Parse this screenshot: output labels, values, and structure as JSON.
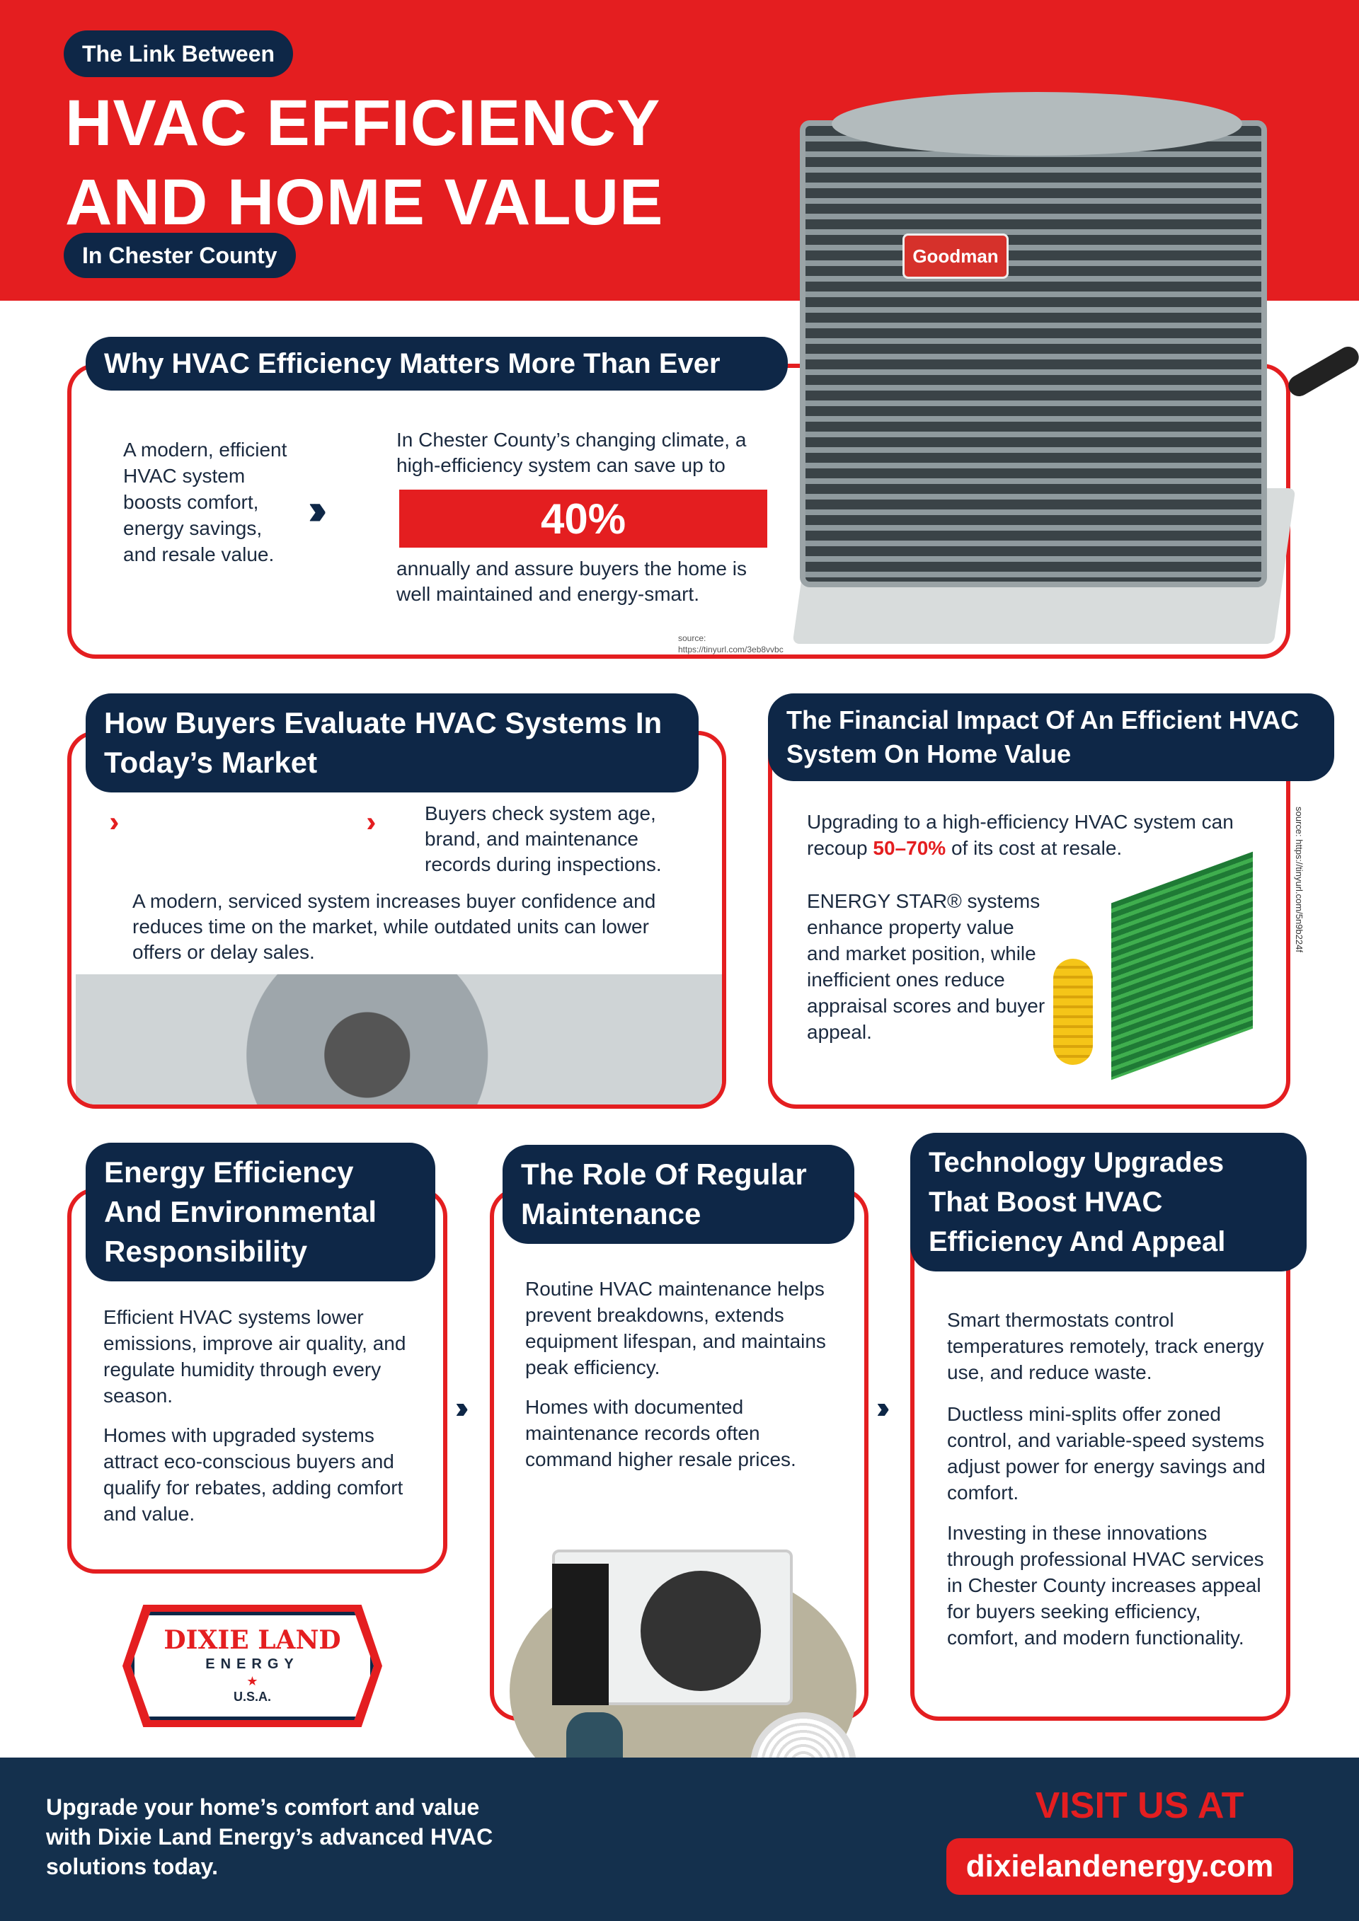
{
  "header": {
    "eyebrow": "The Link Between",
    "title_line1": "HVAC EFFICIENCY",
    "title_line2": "AND HOME VALUE",
    "location": "In Chester County",
    "unit_brand": "Goodman"
  },
  "section1": {
    "heading": "Why HVAC Efficiency Matters More Than Ever",
    "left_text": "A modern, efficient HVAC system boosts comfort, energy savings, and resale value.",
    "intro": "In Chester County’s changing climate, a high-efficiency system can save up to",
    "stat": "40%",
    "outro": "annually and assure buyers the home is well maintained and energy-smart.",
    "source_label": "source:",
    "source_url": "https://tinyurl.com/3eb8vvbc"
  },
  "section2": {
    "heading": "How Buyers Evaluate HVAC Systems In Today’s Market",
    "point": "Buyers check system age, brand, and maintenance records during inspections.",
    "body": "A modern, serviced system increases buyer confidence and reduces time on the market, while outdated units can lower offers or delay sales."
  },
  "section3": {
    "heading": "The Financial Impact Of An Efficient HVAC System On Home Value",
    "p1_before": "Upgrading to a high-efficiency HVAC system can recoup ",
    "p1_highlight": "50–70%",
    "p1_after": " of its cost at resale.",
    "p2": "ENERGY STAR® systems enhance property value and market position, while inefficient ones reduce appraisal scores and buyer appeal.",
    "source": "source: https://tinyurl.com/5n9b224f"
  },
  "section4": {
    "heading": "Energy Efficiency And Environmental Responsibility",
    "p1": "Efficient HVAC systems lower emissions, improve air quality, and regulate humidity through every season.",
    "p2": "Homes with upgraded systems attract eco-conscious buyers and qualify for rebates, adding comfort and value."
  },
  "section5": {
    "heading": "The Role Of Regular Maintenance",
    "p1": "Routine HVAC maintenance helps prevent breakdowns, extends equipment lifespan, and maintains peak efficiency.",
    "p2": "Homes with documented maintenance records often command higher resale prices."
  },
  "section6": {
    "heading": "Technology Upgrades That Boost HVAC Efficiency And Appeal",
    "p1": "Smart thermostats control temperatures remotely, track energy use, and reduce waste.",
    "p2": "Ductless mini-splits offer zoned control, and variable-speed systems adjust power for energy savings and comfort.",
    "p3": "Investing in these innovations through professional HVAC services in Chester County increases appeal for buyers seeking efficiency, comfort, and modern functionality."
  },
  "logo": {
    "line1": "DIXIE LAND",
    "line2": "ENERGY",
    "line3": "U.S.A."
  },
  "footer": {
    "tagline": "Upgrade your home’s comfort and value with Dixie Land Energy’s advanced HVAC solutions today.",
    "cta": "VISIT US AT",
    "url": "dixielandenergy.com"
  },
  "colors": {
    "red": "#e41e20",
    "navy": "#0e2747"
  }
}
